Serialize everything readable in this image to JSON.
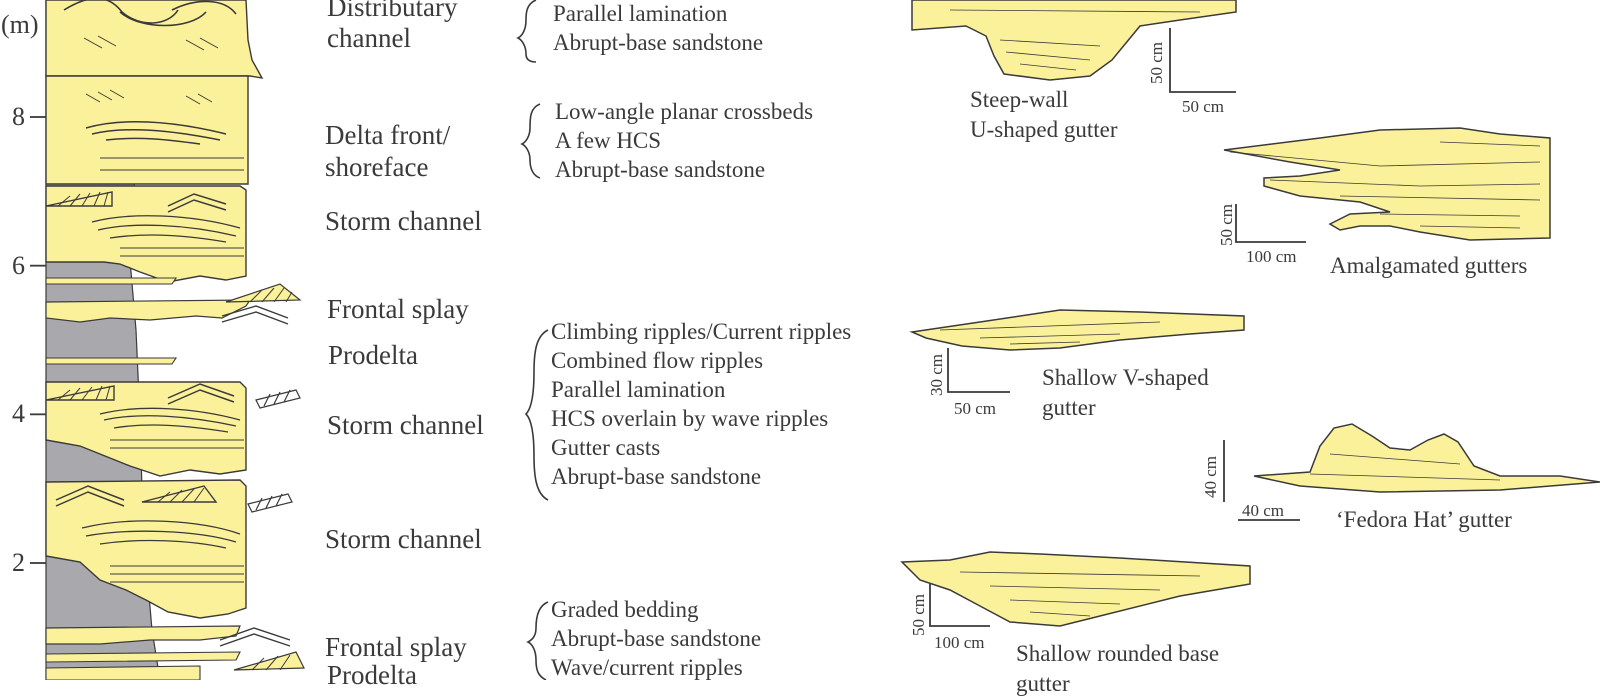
{
  "axis": {
    "unit": "(m)",
    "ticks": [
      {
        "value": 8,
        "label": "8"
      },
      {
        "value": 6,
        "label": "6"
      },
      {
        "value": 4,
        "label": "4"
      },
      {
        "value": 2,
        "label": "2"
      }
    ]
  },
  "colors": {
    "sand": "#fbf19a",
    "mud": "#a9a8ad",
    "line": "#3a3a3a"
  },
  "facies_labels": [
    {
      "lines": [
        "Distributary",
        "channel"
      ]
    },
    {
      "lines": [
        "Delta front/",
        "shoreface"
      ]
    },
    {
      "lines": [
        "Storm channel"
      ]
    },
    {
      "lines": [
        "Frontal splay"
      ]
    },
    {
      "lines": [
        "Prodelta"
      ]
    },
    {
      "lines": [
        "Storm channel"
      ]
    },
    {
      "lines": [
        "Storm channel"
      ]
    },
    {
      "lines": [
        "Frontal splay"
      ]
    },
    {
      "lines": [
        "Prodelta"
      ]
    }
  ],
  "structure_groups": [
    {
      "items": [
        "Parallel lamination",
        "Abrupt-base sandstone"
      ]
    },
    {
      "items": [
        "Low-angle planar crossbeds",
        "A few HCS",
        "Abrupt-base sandstone"
      ]
    },
    {
      "items": [
        "Climbing ripples/Current ripples",
        "Combined flow ripples",
        "Parallel lamination",
        "HCS overlain by wave ripples",
        "Gutter casts",
        "Abrupt-base sandstone"
      ]
    },
    {
      "items": [
        "Graded bedding",
        "Abrupt-base sandstone",
        "Wave/current ripples"
      ]
    }
  ],
  "gutters": [
    {
      "name_lines": [
        "Steep-wall",
        "U-shaped gutter"
      ],
      "vscale": "50 cm",
      "hscale": "50 cm"
    },
    {
      "name_lines": [
        "Amalgamated gutters"
      ],
      "vscale": "50 cm",
      "hscale": "100 cm"
    },
    {
      "name_lines": [
        "Shallow V-shaped",
        "gutter"
      ],
      "vscale": "30 cm",
      "hscale": "50 cm"
    },
    {
      "name_lines": [
        "‘Fedora Hat’ gutter"
      ],
      "vscale": "40 cm",
      "hscale": "40 cm"
    },
    {
      "name_lines": [
        "Shallow rounded base",
        "gutter"
      ],
      "vscale": "50 cm",
      "hscale": "100 cm"
    }
  ]
}
